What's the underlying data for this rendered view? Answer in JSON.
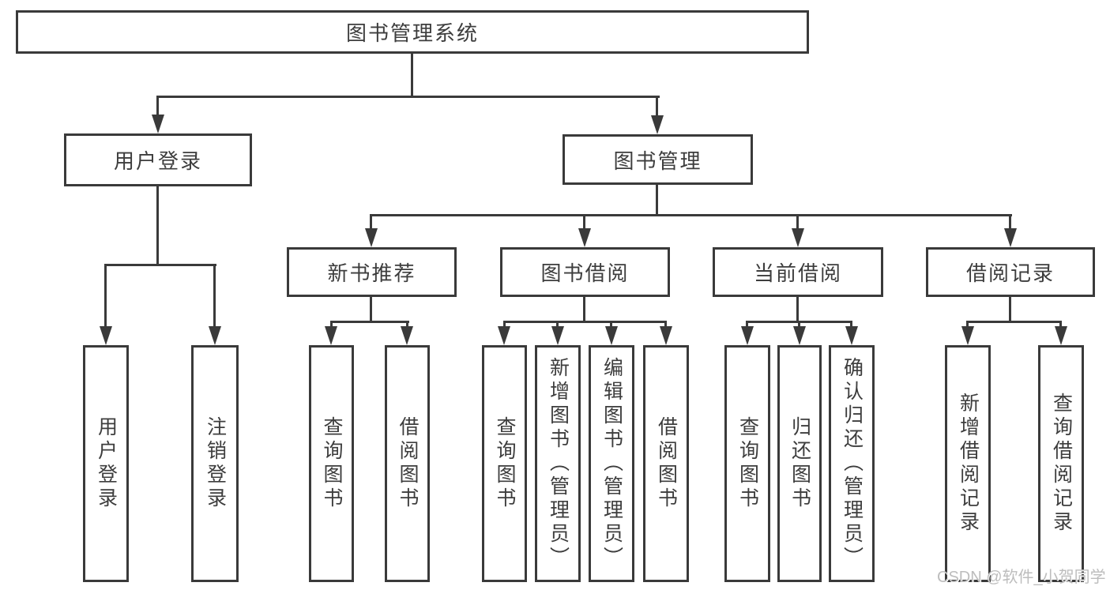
{
  "diagram": {
    "root": {
      "label": "图书管理系统"
    },
    "level1": [
      {
        "id": "user-login",
        "label": "用户登录"
      },
      {
        "id": "book-management",
        "label": "图书管理"
      }
    ],
    "level2": [
      {
        "id": "new-book-recommend",
        "label": "新书推荐"
      },
      {
        "id": "book-borrow",
        "label": "图书借阅"
      },
      {
        "id": "current-borrow",
        "label": "当前借阅"
      },
      {
        "id": "borrow-records",
        "label": "借阅记录"
      }
    ],
    "leaves": [
      {
        "parent": "user-login",
        "label": "用户登录"
      },
      {
        "parent": "user-login",
        "label": "注销登录"
      },
      {
        "parent": "new-book-recommend",
        "label": "查询图书"
      },
      {
        "parent": "new-book-recommend",
        "label": "借阅图书"
      },
      {
        "parent": "book-borrow",
        "label": "查询图书"
      },
      {
        "parent": "book-borrow",
        "label": "新增图书（管理员）"
      },
      {
        "parent": "book-borrow",
        "label": "编辑图书（管理员）"
      },
      {
        "parent": "book-borrow",
        "label": "借阅图书"
      },
      {
        "parent": "current-borrow",
        "label": "查询图书"
      },
      {
        "parent": "current-borrow",
        "label": "归还图书"
      },
      {
        "parent": "current-borrow",
        "label": "确认归还（管理员）"
      },
      {
        "parent": "borrow-records",
        "label": "新增借阅记录"
      },
      {
        "parent": "borrow-records",
        "label": "查询借阅记录"
      }
    ]
  },
  "watermark": {
    "text": "CSDN @软件_小贺同学"
  },
  "colors": {
    "line": "#3a3a3a",
    "text": "#3d3d3d",
    "background": "#ffffff",
    "watermark": "#bdbdbd"
  }
}
